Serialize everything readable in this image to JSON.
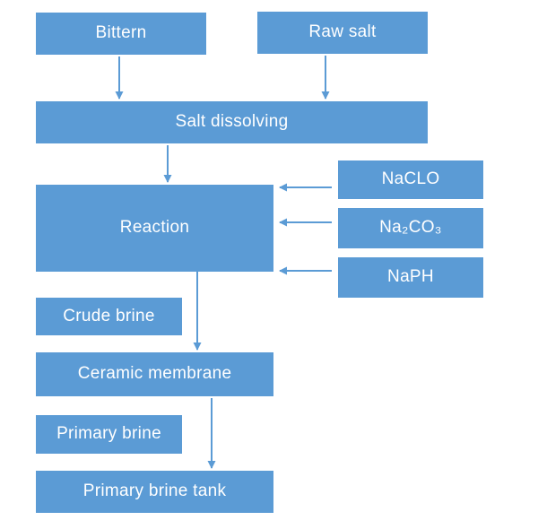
{
  "diagram": {
    "type": "flowchart",
    "colors": {
      "box": "#5B9BD5",
      "arrow": "#5B9BD5",
      "text": "#FFFFFF",
      "bg": "#FFFFFF"
    },
    "nodes": [
      {
        "id": "bittern",
        "label": "Bittern"
      },
      {
        "id": "raw-salt",
        "label": "Raw salt"
      },
      {
        "id": "salt-dissolving",
        "label": "Salt dissolving"
      },
      {
        "id": "reaction",
        "label": "Reaction"
      },
      {
        "id": "naclo",
        "label": "NaCLO"
      },
      {
        "id": "na2co3",
        "label": "Na₂CO₃"
      },
      {
        "id": "naph",
        "label": "NaPH"
      },
      {
        "id": "crude-brine",
        "label": "Crude brine"
      },
      {
        "id": "ceramic-membrane",
        "label": "Ceramic membrane"
      },
      {
        "id": "primary-brine",
        "label": "Primary brine"
      },
      {
        "id": "primary-brine-tank",
        "label": "Primary brine tank"
      }
    ],
    "edges": [
      {
        "from": "Bittern",
        "to": "Salt dissolving"
      },
      {
        "from": "Raw salt",
        "to": "Salt dissolving"
      },
      {
        "from": "Salt dissolving",
        "to": "Reaction"
      },
      {
        "from": "NaCLO",
        "to": "Reaction"
      },
      {
        "from": "Na₂CO₃",
        "to": "Reaction"
      },
      {
        "from": "NaPH",
        "to": "Reaction"
      },
      {
        "from": "Reaction",
        "to": "Ceramic membrane"
      },
      {
        "from": "Ceramic membrane",
        "to": "Primary brine tank"
      }
    ]
  }
}
